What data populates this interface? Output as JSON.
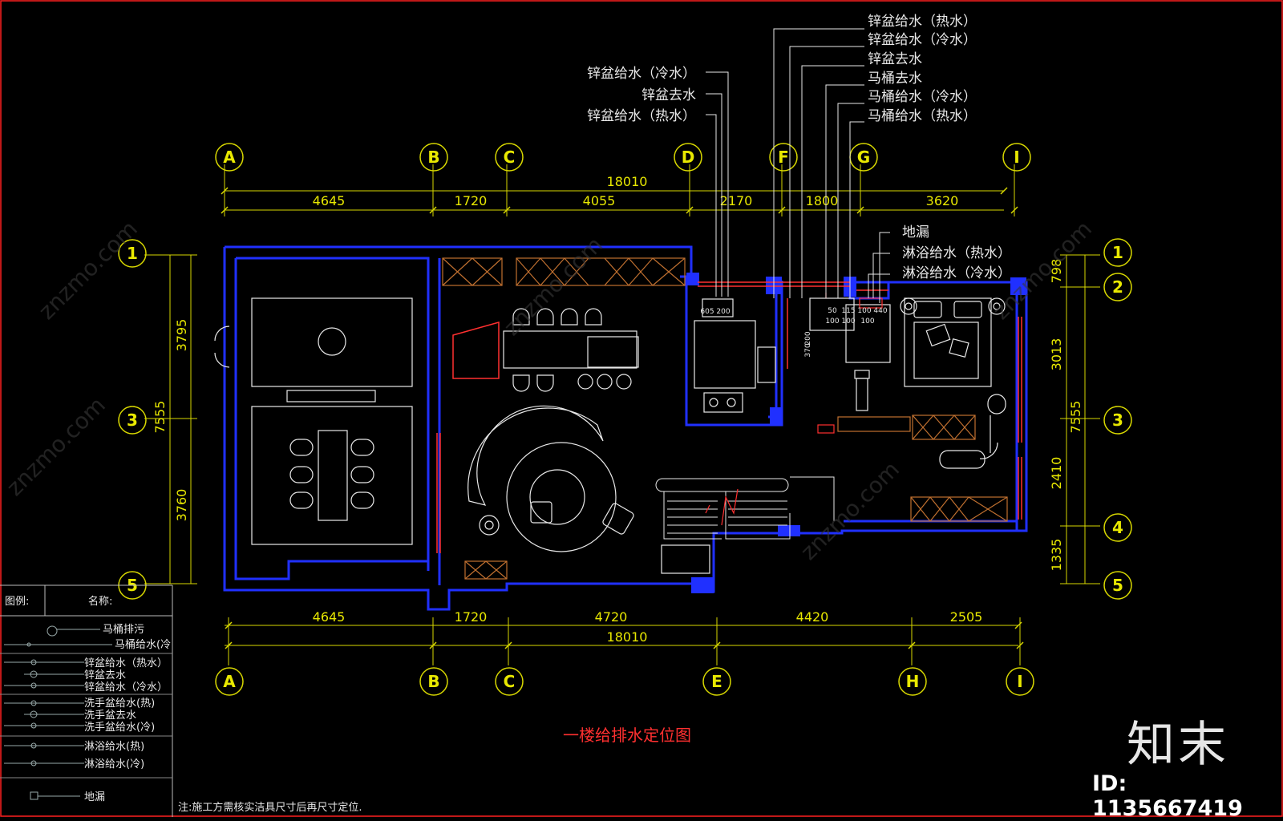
{
  "drawing": {
    "title": "一楼给排水定位图",
    "note": "注:施工方需核实洁具尺寸后再尺寸定位."
  },
  "grid_top": [
    "A",
    "B",
    "C",
    "D",
    "F",
    "G",
    "I"
  ],
  "grid_bottom": [
    "A",
    "B",
    "C",
    "E",
    "H",
    "I"
  ],
  "grid_left": [
    "1",
    "3",
    "5"
  ],
  "grid_right": [
    "1",
    "2",
    "3",
    "4",
    "5"
  ],
  "dims_top": {
    "total": "18010",
    "segments": [
      "4645",
      "1720",
      "4055",
      "2170",
      "1800",
      "3620"
    ]
  },
  "dims_bottom": {
    "total": "18010",
    "segments": [
      "4645",
      "1720",
      "4720",
      "4420",
      "2505"
    ]
  },
  "dims_left": {
    "total": "7555",
    "segments": [
      "3795",
      "3760"
    ]
  },
  "dims_right": {
    "total": "7555",
    "segments": [
      "798",
      "3013",
      "2410",
      "1335"
    ]
  },
  "callouts_kitchen": [
    "锌盆给水（冷水）",
    "锌盆去水",
    "锌盆给水（热水）"
  ],
  "callouts_bath": [
    "锌盆给水（热水）",
    "锌盆给水（冷水）",
    "锌盆去水",
    "马桶去水",
    "马桶给水（冷水）",
    "马桶给水（热水）"
  ],
  "callouts_shower": [
    "地漏",
    "淋浴给水（热水）",
    "淋浴给水（冷水）"
  ],
  "plan_dims": [
    "605",
    "200",
    "370",
    "200",
    "50",
    "115",
    "100",
    "100",
    "440",
    "100",
    "100"
  ],
  "legend": {
    "header_symbol": "图例:",
    "header_name": "名称:",
    "items": [
      "马桶排污",
      "马桶给水(冷",
      "锌盆给水（热水）",
      "锌盆去水",
      "锌盆给水（冷水）",
      "洗手盆给水(热)",
      "洗手盆去水",
      "洗手盆给水(冷)",
      "淋浴给水(热)",
      "淋浴给水(冷)",
      "地漏"
    ]
  },
  "watermark": {
    "logo": "知末",
    "id": "ID: 1135667419",
    "site": "znzmo.com"
  },
  "colors": {
    "background": "#000000",
    "dimension": "#e8e800",
    "wall": "#2030ff",
    "furniture": "#e8e8e8",
    "pipe": "#ff3030",
    "cabinet": "#c07030",
    "title": "#ff3030",
    "frame": "#ff2020"
  }
}
